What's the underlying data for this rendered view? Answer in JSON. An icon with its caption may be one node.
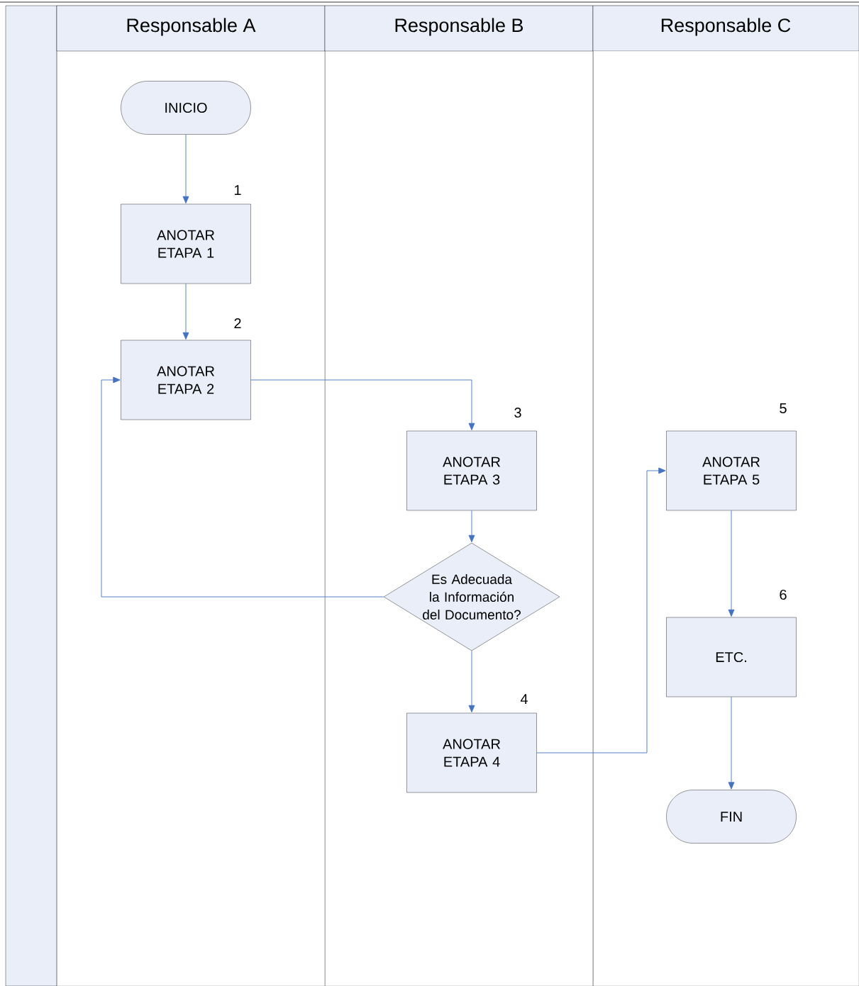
{
  "diagram": {
    "nodes": [
      {
        "text": [
          "Responsable  A"
        ]
      },
      {
        "text": [
          "Responsable  B"
        ]
      },
      {
        "text": [
          "Responsable  C"
        ]
      },
      {
        "text": [
          "INICIO"
        ],
        "in": 0
      },
      {
        "text": [
          "ANOTAR ETAPA 1"
        ],
        "in": 0,
        "beside": [
          "1"
        ]
      },
      {
        "text": [
          "ANOTAR ETAPA 2"
        ],
        "in": 0,
        "beside": [
          "2"
        ]
      },
      {
        "text": [
          "ANOTAR ETAPA 3"
        ],
        "in": 1,
        "beside": [
          "3"
        ]
      },
      {
        "text": [
          "Es Adecuada la Información del Documento?"
        ],
        "in": 1
      },
      {
        "text": [
          "ANOTAR ETAPA 4"
        ],
        "in": 1,
        "beside": [
          "4"
        ]
      },
      {
        "text": [
          "ANOTAR ETAPA 5"
        ],
        "in": 2,
        "beside": [
          "5"
        ]
      },
      {
        "text": [
          "ETC."
        ],
        "in": 2,
        "beside": [
          "6"
        ]
      },
      {
        "text": [
          "FIN"
        ],
        "in": 2
      }
    ],
    "edges": [
      {
        "from": 3,
        "to": 4,
        "arrow": "to"
      },
      {
        "from": 4,
        "to": 5,
        "arrow": "to"
      },
      {
        "from": 5,
        "to": 6,
        "arrow": "to"
      },
      {
        "from": 6,
        "to": 7,
        "arrow": "to"
      },
      {
        "from": 7,
        "to": 5,
        "arrow": "to"
      },
      {
        "from": 7,
        "to": 8,
        "arrow": "to"
      },
      {
        "from": 8,
        "to": 9,
        "arrow": "to"
      },
      {
        "from": 9,
        "to": 10,
        "arrow": "to"
      },
      {
        "from": 10,
        "to": 11,
        "arrow": "to"
      }
    ]
  }
}
